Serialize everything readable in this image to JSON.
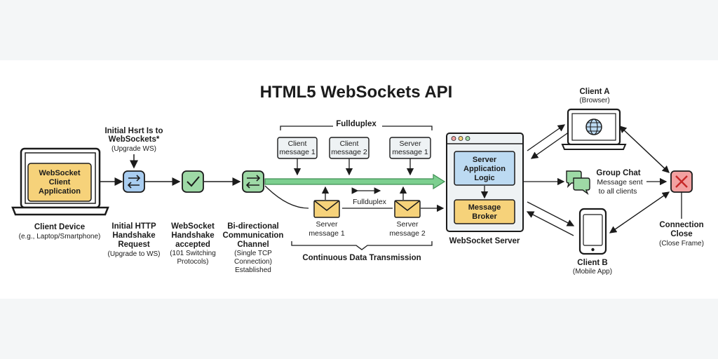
{
  "title": "HTML5 WebSockets API",
  "client_device": {
    "app_line1": "WebSocket",
    "app_line2": "Client",
    "app_line3": "Application",
    "label": "Client Device",
    "sublabel": "(e.g., Laptop/Smartphone)"
  },
  "upgrade_step": {
    "top_line1": "Initial Hsrt Is to",
    "top_line2": "WebSockets*",
    "top_line3": "(Upgrade WS)",
    "bottom_line1": "Initial HTTP",
    "bottom_line2": "Handshake",
    "bottom_line3": "Request",
    "bottom_line4": "(Upgrade to WS)"
  },
  "handshake_step": {
    "line1": "WebSocket",
    "line2": "Handshake",
    "line3": "accepted",
    "line4": "(101 Switching",
    "line5": "Protocols)"
  },
  "channel_step": {
    "line1": "Bi-directional",
    "line2": "Communication",
    "line3": "Channel",
    "line4": "(Single TCP",
    "line5": "Connection)",
    "line6": "Established"
  },
  "full_duplex_top": "Fullduplex",
  "full_duplex_mid": "Fullduplex",
  "continuous_label": "Continuous Data Transmission",
  "top_messages": [
    {
      "line1": "Client",
      "line2": "message 1"
    },
    {
      "line1": "Client",
      "line2": "message 2"
    },
    {
      "line1": "Server",
      "line2": "message 1"
    }
  ],
  "envelope_messages": [
    {
      "line1": "Server",
      "line2": "message 1"
    },
    {
      "line1": "Server",
      "line2": "message 2"
    }
  ],
  "server": {
    "logic_line1": "Server",
    "logic_line2": "Application",
    "logic_line3": "Logic",
    "broker_line1": "Message",
    "broker_line2": "Broker",
    "label": "WebSocket Server"
  },
  "client_a": {
    "line1": "Client A",
    "line2": "(Browser)"
  },
  "client_b": {
    "line1": "Client B",
    "line2": "(Mobile App)"
  },
  "group_chat": {
    "line1": "Group Chat",
    "line2": "Message sent",
    "line3": "to all clients"
  },
  "connection_close": {
    "line1": "Connection",
    "line2": "Close",
    "line3": "(Close Frame)"
  },
  "icons": {
    "upgrade": "swap-arrows-icon",
    "handshake": "check-icon",
    "channel": "bidirectional-arrows-icon",
    "client_a": "globe-icon",
    "client_b": "smartphone-icon",
    "group_chat": "chat-bubbles-icon",
    "close": "close-x-icon",
    "envelope": "envelope-icon"
  },
  "colors": {
    "app_box": "#f6d27a",
    "upgrade_icon": "#a9cdf0",
    "check_icon": "#9ed9a6",
    "channel_arrow": "#7ccf8f",
    "server_logic": "#bcdaf2",
    "broker": "#f6d27a",
    "close_icon": "#f2a1a1",
    "envelope": "#f6d27a"
  }
}
